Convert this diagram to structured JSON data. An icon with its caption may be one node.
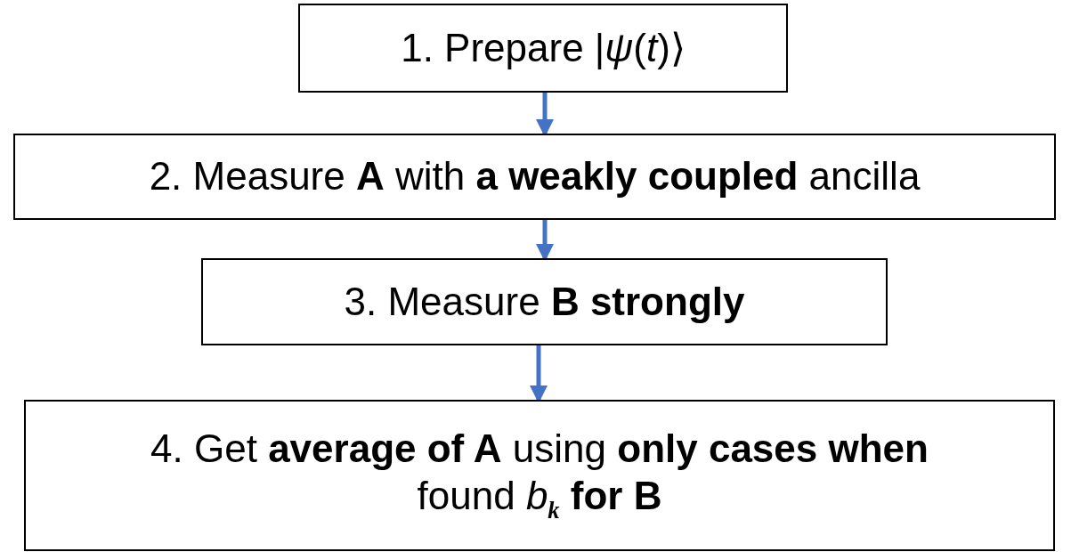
{
  "diagram": {
    "nodes": [
      {
        "text": [
          "1. Prepare |*ψ*(*t*)⟩"
        ]
      },
      {
        "text": [
          "2. Measure **A** with **a weakly coupled** ancilla"
        ]
      },
      {
        "text": [
          "3. Measure **B strongly**"
        ]
      },
      {
        "text": [
          "4. Get **average of A** using **only cases when** found *b*$_{k}$ **for B**"
        ]
      }
    ],
    "edges": [
      {
        "from": 0,
        "to": 1,
        "arrow": "to",
        "color": "#4472c4"
      },
      {
        "from": 1,
        "to": 2,
        "arrow": "to",
        "color": "#4472c4"
      },
      {
        "from": 2,
        "to": 3,
        "arrow": "to",
        "color": "#4472c4"
      }
    ]
  }
}
